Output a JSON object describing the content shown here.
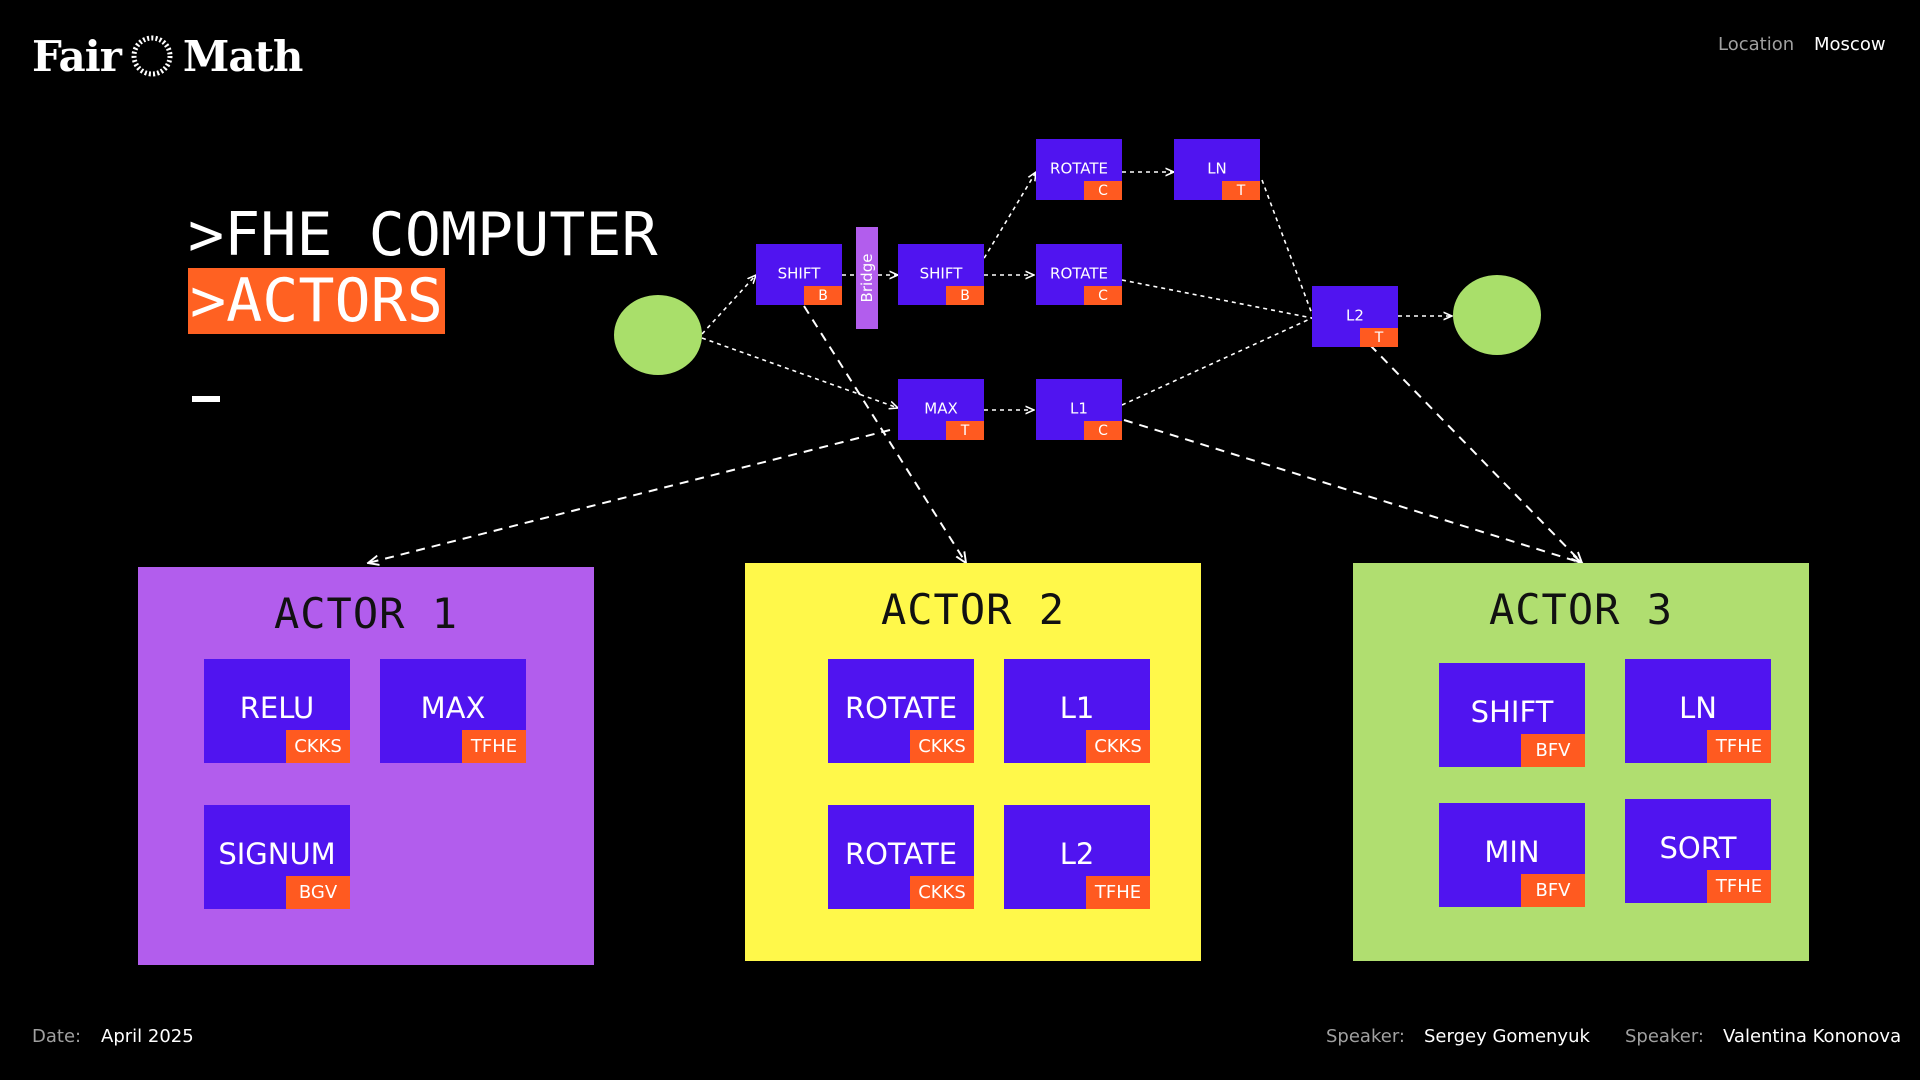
{
  "brand": {
    "word_left": "Fair",
    "word_right": "Math"
  },
  "header": {
    "location_label": "Location",
    "location_value": "Moscow"
  },
  "title": {
    "line1": ">FHE COMPUTER",
    "line2": ">ACTORS"
  },
  "colors": {
    "node": "#5014f0",
    "tag": "#ff5a20",
    "actor1": "#b25ded",
    "actor2": "#fff84a",
    "actor3": "#b0de70",
    "endpoint": "#a9df6a",
    "bridge": "#b25ded"
  },
  "pipeline": {
    "bridge_label": "Bridge",
    "nodes": [
      {
        "id": "n-shift1",
        "label": "SHIFT",
        "tag": "B"
      },
      {
        "id": "n-shift2",
        "label": "SHIFT",
        "tag": "B"
      },
      {
        "id": "n-rotate-top",
        "label": "ROTATE",
        "tag": "C"
      },
      {
        "id": "n-ln",
        "label": "LN",
        "tag": "T"
      },
      {
        "id": "n-rotate-mid",
        "label": "ROTATE",
        "tag": "C"
      },
      {
        "id": "n-max",
        "label": "MAX",
        "tag": "T"
      },
      {
        "id": "n-l1",
        "label": "L1",
        "tag": "C"
      },
      {
        "id": "n-l2",
        "label": "L2",
        "tag": "T"
      }
    ]
  },
  "actors": [
    {
      "title": "ACTOR 1",
      "ops": [
        {
          "label": "RELU",
          "tag": "CKKS"
        },
        {
          "label": "MAX",
          "tag": "TFHE"
        },
        {
          "label": "SIGNUM",
          "tag": "BGV"
        }
      ]
    },
    {
      "title": "ACTOR 2",
      "ops": [
        {
          "label": "ROTATE",
          "tag": "CKKS"
        },
        {
          "label": "L1",
          "tag": "CKKS"
        },
        {
          "label": "ROTATE",
          "tag": "CKKS"
        },
        {
          "label": "L2",
          "tag": "TFHE"
        }
      ]
    },
    {
      "title": "ACTOR 3",
      "ops": [
        {
          "label": "SHIFT",
          "tag": "BFV"
        },
        {
          "label": "LN",
          "tag": "TFHE"
        },
        {
          "label": "MIN",
          "tag": "BFV"
        },
        {
          "label": "SORT",
          "tag": "TFHE"
        }
      ]
    }
  ],
  "footer": {
    "date_label": "Date:",
    "date_value": "April 2025",
    "speaker1_label": "Speaker:",
    "speaker1_value": "Sergey Gomenyuk",
    "speaker2_label": "Speaker:",
    "speaker2_value": "Valentina Kononova"
  }
}
